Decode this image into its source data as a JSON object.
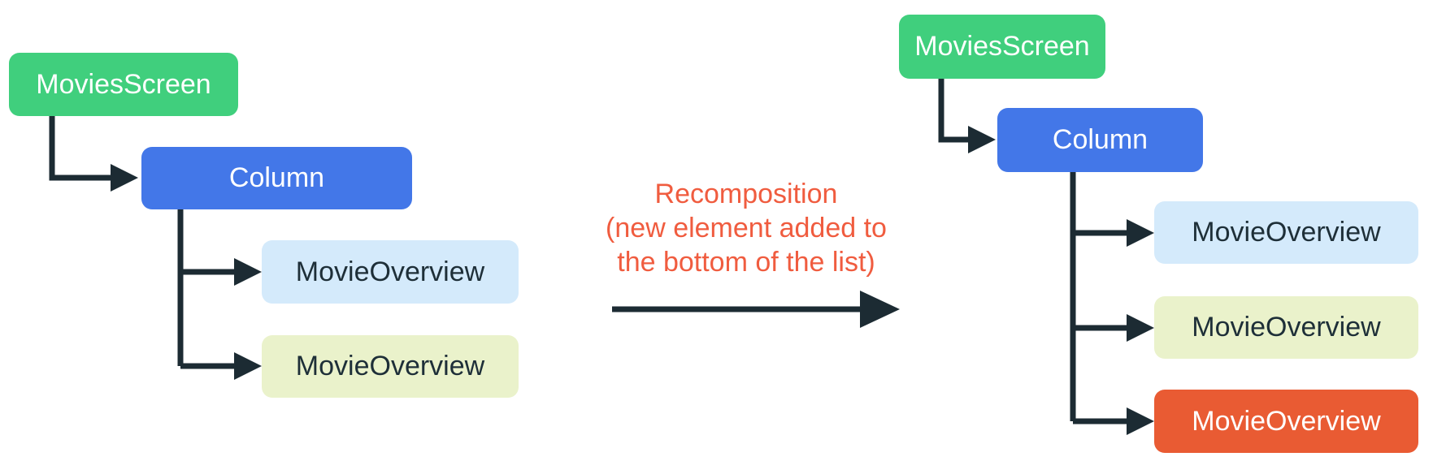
{
  "colors": {
    "connector": "#1C2B33",
    "annotation_text": "#F05C3F",
    "root_green": "#40CF7D",
    "column_blue": "#4377E8",
    "item_light_blue": "#D4EAFB",
    "item_pale_green": "#EAF2CB",
    "item_orange": "#E95B33",
    "dark_text": "#1E2F38",
    "light_text": "#FFFFFF"
  },
  "trees": {
    "before": {
      "root": {
        "label": "MoviesScreen",
        "bg": "#40CF7D",
        "text": "#FFFFFF"
      },
      "container": {
        "label": "Column",
        "bg": "#4377E8",
        "text": "#FFFFFF"
      },
      "items": [
        {
          "label": "MovieOverview",
          "bg": "#D4EAFB",
          "text": "#1E2F38"
        },
        {
          "label": "MovieOverview",
          "bg": "#EAF2CB",
          "text": "#1E2F38"
        }
      ]
    },
    "after": {
      "root": {
        "label": "MoviesScreen",
        "bg": "#40CF7D",
        "text": "#FFFFFF"
      },
      "container": {
        "label": "Column",
        "bg": "#4377E8",
        "text": "#FFFFFF"
      },
      "items": [
        {
          "label": "MovieOverview",
          "bg": "#D4EAFB",
          "text": "#1E2F38"
        },
        {
          "label": "MovieOverview",
          "bg": "#EAF2CB",
          "text": "#1E2F38"
        },
        {
          "label": "MovieOverview",
          "bg": "#E95B33",
          "text": "#FFFFFF"
        }
      ]
    }
  },
  "annotation": {
    "lines": [
      "Recomposition",
      "(new element added to",
      "the bottom of the list)"
    ]
  }
}
